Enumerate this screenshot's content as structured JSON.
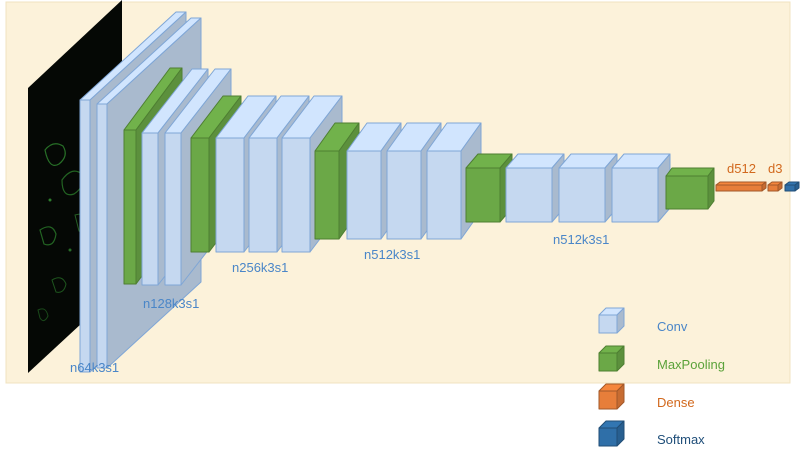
{
  "colors": {
    "background_panel": "#FCF2DA",
    "conv": "#C5D8F0",
    "conv_edge": "#7FA6D6",
    "maxpool": "#6BA847",
    "maxpool_edge": "#4E7F32",
    "dense": "#E77E3A",
    "softmax": "#2F6FA8",
    "label_blue": "#4A86C8",
    "label_green": "#5BA23A",
    "label_orange": "#D2691E",
    "label_navy": "#1F4E79"
  },
  "layer_labels": {
    "n64": "n64k3s1",
    "n128": "n128k3s1",
    "n256": "n256k3s1",
    "n512a": "n512k3s1",
    "n512b": "n512k3s1",
    "d512": "d512",
    "d3": "d3"
  },
  "legend": [
    {
      "key": "conv",
      "label": "Conv"
    },
    {
      "key": "maxpool",
      "label": "MaxPooling"
    },
    {
      "key": "dense",
      "label": "Dense"
    },
    {
      "key": "softmax",
      "label": "Softmax"
    }
  ],
  "input_image": {
    "description_name": "fluorescence-microscopy-input"
  }
}
